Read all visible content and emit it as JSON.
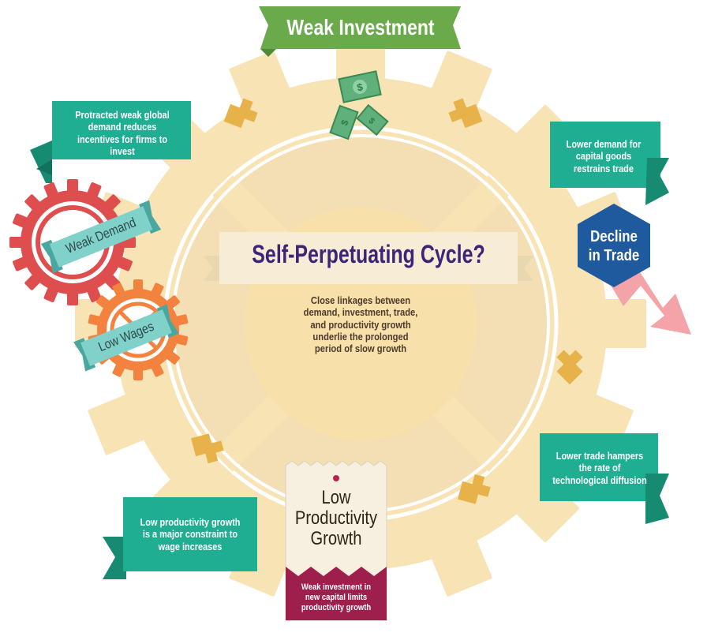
{
  "title": "Self-Perpetuating Cycle?",
  "center_description": "Close linkages between demand, investment, trade, and productivity growth underlie the prolonged period of slow growth",
  "nodes": {
    "weak_investment": "Weak Investment",
    "decline_in_trade_line1": "Decline",
    "decline_in_trade_line2": "in Trade",
    "low_productivity_line1": "Low",
    "low_productivity_line2": "Productivity",
    "low_productivity_line3": "Growth",
    "low_productivity_note": "Weak investment in new capital limits productivity growth",
    "weak_demand": "Weak Demand",
    "low_wages": "Low Wages"
  },
  "links": {
    "demand_to_investment": "Protracted weak global demand reduces incentives for firms to invest",
    "investment_to_trade": "Lower demand for capital goods restrains trade",
    "trade_to_productivity": "Lower trade hampers the rate of technological diffusion",
    "productivity_to_wages": "Low productivity growth is a major constraint to wage increases"
  },
  "icons": {
    "money": "money-icon",
    "down_arrow": "decline-arrow-icon",
    "pin": "pin-icon"
  },
  "colors": {
    "gear": "#f8e3b5",
    "gear_inner": "#f3dfb3",
    "chevron": "#e7b24a",
    "teal": "#1fae91",
    "green": "#6aaa4b",
    "navy": "#1f5a9e",
    "pink_arrow": "#f4a3a8",
    "red_gear": "#df4e4e",
    "orange_gear": "#f4823f",
    "ribbon": "#7fd1c9",
    "maroon": "#9e1f4b",
    "title_text": "#3c2578"
  }
}
